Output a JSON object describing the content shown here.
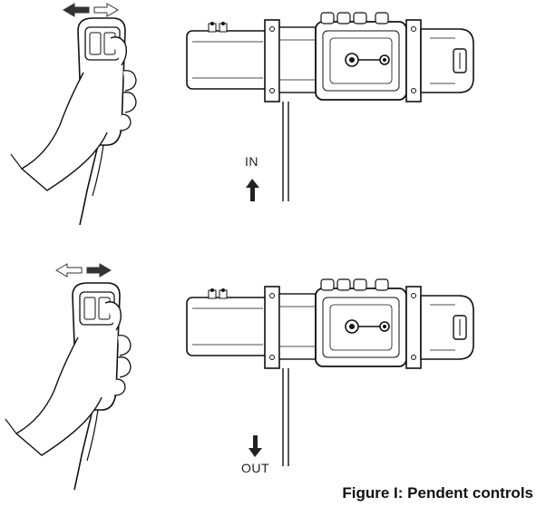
{
  "panels": [
    {
      "id": "in",
      "direction_label": "IN"
    },
    {
      "id": "out",
      "direction_label": "OUT"
    }
  ],
  "caption": "Figure I: Pendent controls"
}
